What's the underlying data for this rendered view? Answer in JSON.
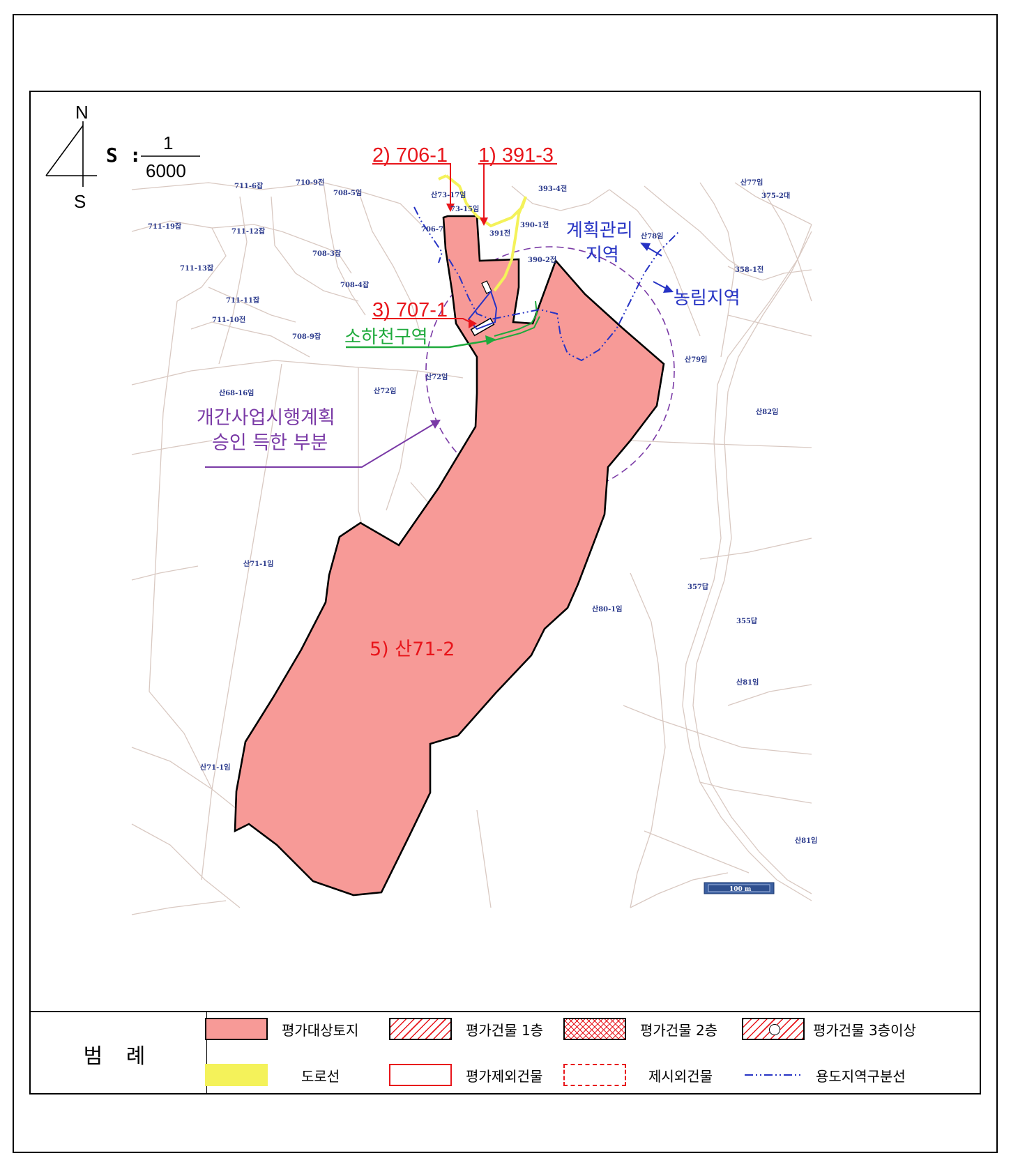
{
  "compass": {
    "north": "N",
    "south": "S"
  },
  "scale": {
    "prefix": "S :",
    "numerator": "1",
    "denominator": "6000"
  },
  "parcel_callouts": [
    {
      "id": "c1",
      "text": "1) 391-3"
    },
    {
      "id": "c2",
      "text": "2) 706-1"
    },
    {
      "id": "c3",
      "text": "3) 707-1"
    },
    {
      "id": "c5",
      "text": "5) 산71-2"
    }
  ],
  "zone_labels": {
    "managed_line1": "계획관리",
    "managed_line2": "지역",
    "agri": "농림지역",
    "stream": "소하천구역",
    "approval_line1": "개간사업시행계획",
    "approval_line2": "승인 득한 부분"
  },
  "parcel_labels": [
    {
      "id": "p1",
      "text": "711-6잡"
    },
    {
      "id": "p2",
      "text": "710-9전"
    },
    {
      "id": "p3",
      "text": "708-5임"
    },
    {
      "id": "p4",
      "text": "393-4전"
    },
    {
      "id": "p5",
      "text": "산77임"
    },
    {
      "id": "p6",
      "text": "375-2대"
    },
    {
      "id": "p7",
      "text": "711-19잡"
    },
    {
      "id": "p8",
      "text": "711-12잡"
    },
    {
      "id": "p9",
      "text": "708-3잡"
    },
    {
      "id": "p10",
      "text": "711-13잡"
    },
    {
      "id": "p11",
      "text": "708-4잡"
    },
    {
      "id": "p12",
      "text": "711-11잡"
    },
    {
      "id": "p13",
      "text": "711-10전"
    },
    {
      "id": "p14",
      "text": "708-9잡"
    },
    {
      "id": "p15",
      "text": "산72임"
    },
    {
      "id": "p16",
      "text": "산72임"
    },
    {
      "id": "p17",
      "text": "산68-16임"
    },
    {
      "id": "p18",
      "text": "391전"
    },
    {
      "id": "p19",
      "text": "390-1전"
    },
    {
      "id": "p20",
      "text": "390-2전"
    },
    {
      "id": "p21",
      "text": "산78임"
    },
    {
      "id": "p22",
      "text": "358-1전"
    },
    {
      "id": "p23",
      "text": "산79임"
    },
    {
      "id": "p24",
      "text": "산82임"
    },
    {
      "id": "p25",
      "text": "산71-1임"
    },
    {
      "id": "p26",
      "text": "357답"
    },
    {
      "id": "p27",
      "text": "산80-1임"
    },
    {
      "id": "p28",
      "text": "355답"
    },
    {
      "id": "p29",
      "text": "산81임"
    },
    {
      "id": "p30",
      "text": "산71-1임"
    },
    {
      "id": "p31",
      "text": "산81임"
    },
    {
      "id": "p32",
      "text": "706-7"
    },
    {
      "id": "p33",
      "text": "산73-17임"
    },
    {
      "id": "p34",
      "text": "73-15임"
    }
  ],
  "scale_bar": {
    "label": "100 m"
  },
  "legend": {
    "title": "범 례",
    "items": [
      {
        "id": "target-land",
        "label": "평가대상토지"
      },
      {
        "id": "bldg-1f",
        "label": "평가건물 1층"
      },
      {
        "id": "bldg-2f",
        "label": "평가건물 2층"
      },
      {
        "id": "bldg-3f",
        "label": "평가건물 3층이상"
      },
      {
        "id": "road",
        "label": "도로선"
      },
      {
        "id": "excluded-bldg",
        "label": "평가제외건물"
      },
      {
        "id": "not-presented",
        "label": "제시외건물"
      },
      {
        "id": "zone-line",
        "label": "용도지역구분선"
      }
    ]
  },
  "colors": {
    "target_fill": "#f79a97",
    "callout_red": "#e8151b",
    "zone_blue": "#2633c4",
    "stream_green": "#1faa3c",
    "approval_purple": "#7a3aa6",
    "road_yellow": "#f4f25a",
    "parcel_line": "#d9c9c2",
    "parcel_label": "#2b3a8c"
  }
}
